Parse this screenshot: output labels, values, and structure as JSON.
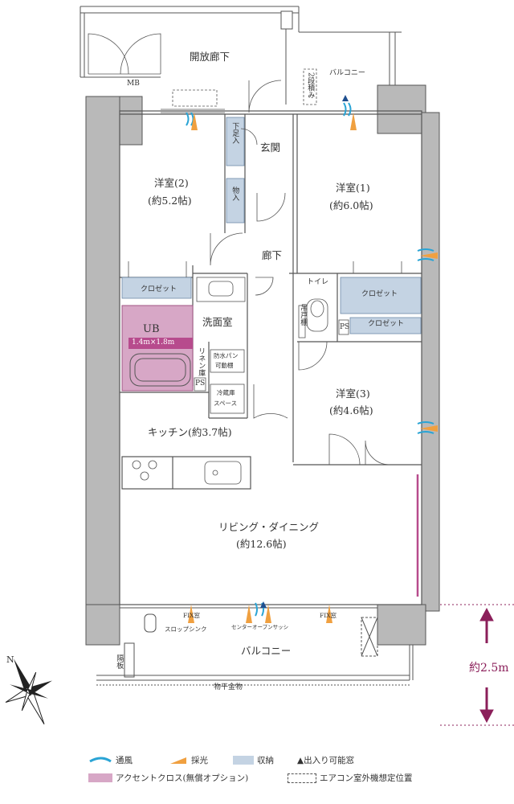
{
  "rooms": {
    "corridor_open": "開放廊下",
    "mb": "MB",
    "balcony_top": "バルコニー",
    "two_step": "2段積み",
    "genkan": "玄関",
    "shoe_storage": "下足入",
    "storage": "物入",
    "western2_name": "洋室(2)",
    "western2_size": "(約5.2帖)",
    "western1_name": "洋室(1)",
    "western1_size": "(約6.0帖)",
    "hallway": "廊下",
    "closet_a": "クロゼット",
    "closet_b": "クロゼット",
    "closet_c": "クロゼット",
    "toilet": "トイレ",
    "hanging_shelf": "吊戸棚",
    "ps_a": "PS",
    "ps_b": "PS",
    "ub": "UB",
    "ub_size": "1.4m×1.8m",
    "washroom": "洗面室",
    "linen": "リネン庫",
    "waterpan_1": "防水パン",
    "waterpan_2": "可動棚",
    "fridge_1": "冷蔵庫",
    "fridge_2": "スペース",
    "western3_name": "洋室(3)",
    "western3_size": "(約4.6帖)",
    "kitchen": "キッチン(約3.7帖)",
    "living_name": "リビング・ダイニング",
    "living_size": "(約12.6帖)",
    "fix_left": "FIX窓",
    "fix_right": "FIX窓",
    "center_sash": "センターオープンサッシ",
    "slop_sink": "スロップシンク",
    "balcony_bottom": "バルコニー",
    "partition": "隔板",
    "clothes_hanger": "物干金物"
  },
  "compass": {
    "north": "N"
  },
  "dimension": {
    "label": "約2.5m"
  },
  "legend": {
    "ventilation": "通風",
    "daylight": "採光",
    "storage": "収納",
    "door_window": "▲出入り可能窓",
    "accent": "アクセントクロス(無償オプション)",
    "ac_unit": "エアコン室外機想定位置"
  },
  "colors": {
    "wall": "#b9b9b9",
    "wall_stroke": "#555555",
    "storage": "#c4d3e3",
    "accent": "#d7a7c6",
    "accent_line": "#b74b8d",
    "wind": "#2aa4d5",
    "light": "#f0a040",
    "dimension": "#8b1f5a"
  }
}
